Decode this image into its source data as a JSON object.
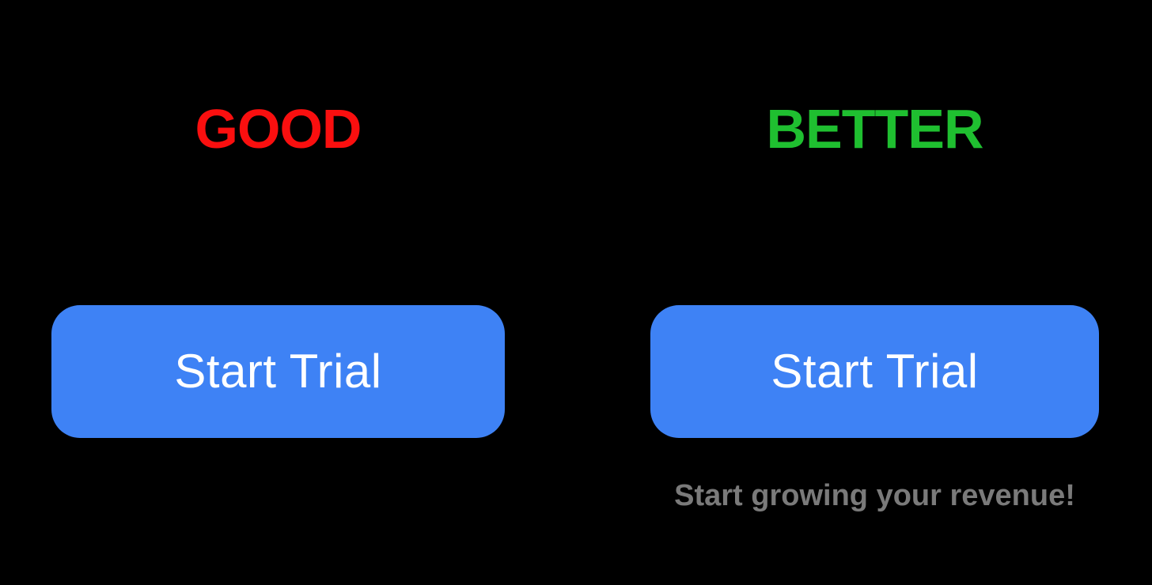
{
  "background_color": "#000000",
  "comparison": {
    "good": {
      "heading": "GOOD",
      "heading_color": "#FA0F0F",
      "button": {
        "label": "Start Trial",
        "background_color": "#3E82F5",
        "text_color": "#FFFFFF"
      }
    },
    "better": {
      "heading": "BETTER",
      "heading_color": "#1FBF30",
      "button": {
        "label": "Start Trial",
        "background_color": "#3E82F5",
        "text_color": "#FFFFFF"
      },
      "caption": {
        "text": "Start growing your revenue!",
        "color": "#7A7A7A"
      }
    }
  }
}
